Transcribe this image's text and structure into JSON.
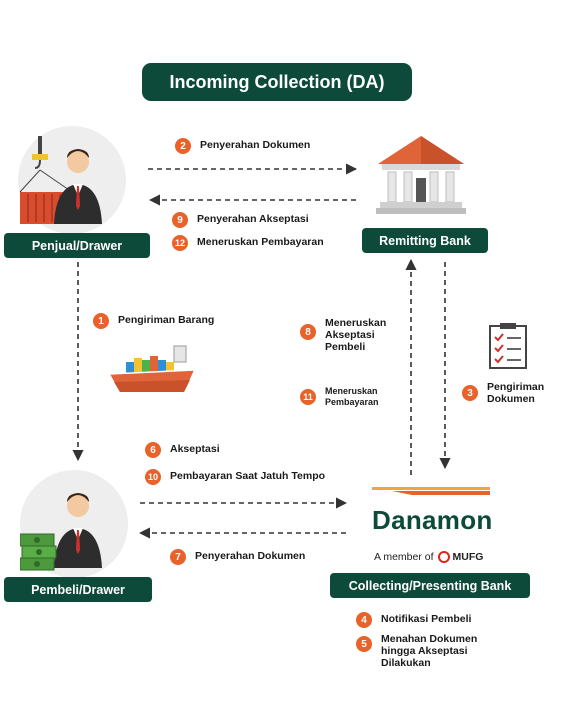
{
  "title": "Incoming Collection (DA)",
  "parties": {
    "seller": "Penjual/Drawer",
    "buyer": "Pembeli/Drawer",
    "remitting_bank": "Remitting Bank",
    "collecting_bank": "Collecting/Presenting Bank"
  },
  "brand": {
    "name": "Danamon",
    "member_text": "A member of",
    "group": "MUFG"
  },
  "steps": [
    {
      "num": "1",
      "text": "Pengiriman Barang"
    },
    {
      "num": "2",
      "text": "Penyerahan Dokumen"
    },
    {
      "num": "3",
      "text": "Pengiriman Dokumen"
    },
    {
      "num": "4",
      "text": "Notifikasi Pembeli"
    },
    {
      "num": "5",
      "text": "Menahan Dokumen hingga Akseptasi Dilakukan"
    },
    {
      "num": "6",
      "text": "Akseptasi"
    },
    {
      "num": "7",
      "text": "Penyerahan Dokumen"
    },
    {
      "num": "8",
      "text": "Meneruskan Akseptasi Pembeli"
    },
    {
      "num": "9",
      "text": "Penyerahan Akseptasi"
    },
    {
      "num": "10",
      "text": "Pembayaran Saat Jatuh Tempo"
    },
    {
      "num": "11",
      "text": "Meneruskan Pembayaran"
    },
    {
      "num": "12",
      "text": "Meneruskan Pembayaran"
    }
  ],
  "colors": {
    "primary_green": "#0d4a3a",
    "step_orange": "#e8622a",
    "bank_roof": "#e0643a",
    "arrow": "#333333"
  }
}
